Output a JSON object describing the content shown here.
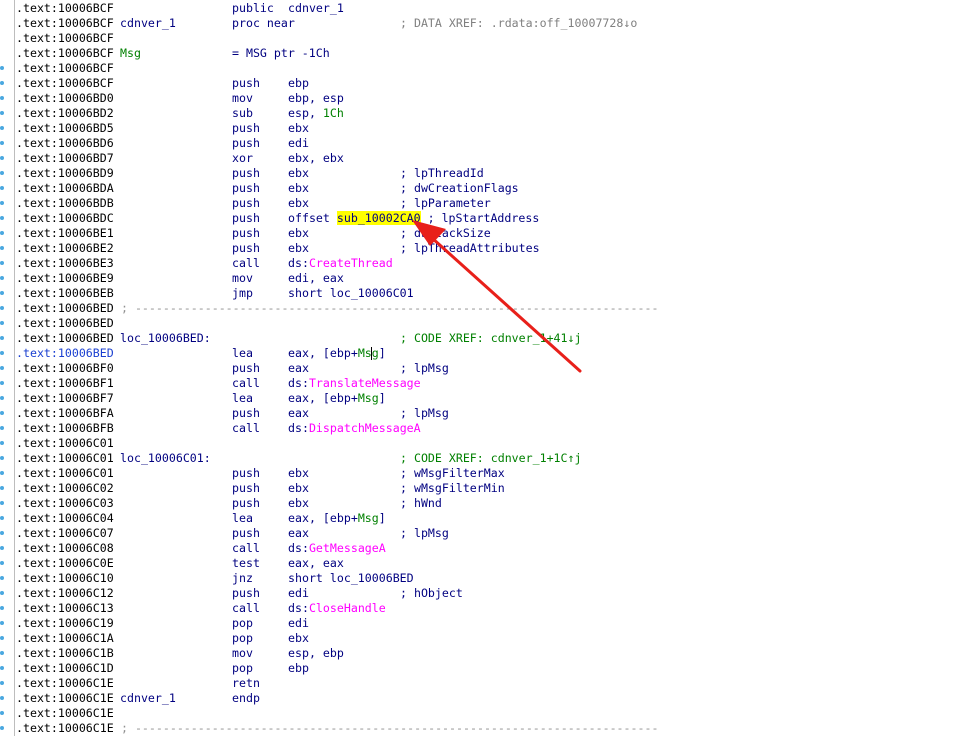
{
  "listing": {
    "lines": [
      {
        "addr": ".text:10006BCF",
        "mn": "public",
        "op": "cdnver_1"
      },
      {
        "addr": ".text:10006BCF",
        "label": "cdnver_1",
        "mn": "proc near",
        "comment": "; DATA XREF: .rdata:off_10007728↓o",
        "comment_kind": "dxref"
      },
      {
        "addr": ".text:10006BCF"
      },
      {
        "addr": ".text:10006BCF",
        "label": "Msg",
        "label_kind": "var",
        "mn": "= MSG ptr -1Ch"
      },
      {
        "addr": ".text:10006BCF"
      },
      {
        "addr": ".text:10006BCF",
        "mn": "push",
        "op": "ebp"
      },
      {
        "addr": ".text:10006BD0",
        "mn": "mov",
        "op": "ebp, esp"
      },
      {
        "addr": ".text:10006BD2",
        "mn": "sub",
        "op": "esp, ",
        "op_num": "1Ch"
      },
      {
        "addr": ".text:10006BD5",
        "mn": "push",
        "op": "ebx"
      },
      {
        "addr": ".text:10006BD6",
        "mn": "push",
        "op": "edi"
      },
      {
        "addr": ".text:10006BD7",
        "mn": "xor",
        "op": "ebx, ebx"
      },
      {
        "addr": ".text:10006BD9",
        "mn": "push",
        "op": "ebx",
        "comment": "; lpThreadId"
      },
      {
        "addr": ".text:10006BDA",
        "mn": "push",
        "op": "ebx",
        "comment": "; dwCreationFlags"
      },
      {
        "addr": ".text:10006BDB",
        "mn": "push",
        "op": "ebx",
        "comment": "; lpParameter"
      },
      {
        "addr": ".text:10006BDC",
        "mn": "push",
        "op": "offset ",
        "op_hl": "sub_10002CA0",
        "comment": " ; lpStartAddress"
      },
      {
        "addr": ".text:10006BE1",
        "mn": "push",
        "op": "ebx",
        "comment": "; dwStackSize"
      },
      {
        "addr": ".text:10006BE2",
        "mn": "push",
        "op": "ebx",
        "comment": "; lpThreadAttributes"
      },
      {
        "addr": ".text:10006BE3",
        "mn": "call",
        "op": "ds:",
        "op_imp": "CreateThread"
      },
      {
        "addr": ".text:10006BE9",
        "mn": "mov",
        "op": "edi, eax"
      },
      {
        "addr": ".text:10006BEB",
        "mn": "jmp",
        "op": "short loc_10006C01"
      },
      {
        "addr": ".text:10006BED",
        "separator": " ; ---------------------------------------------------------------------------"
      },
      {
        "addr": ".text:10006BED"
      },
      {
        "addr": ".text:10006BED",
        "label": "loc_10006BED:",
        "comment": "; CODE XREF: cdnver_1+41↓j",
        "comment_kind": "xref"
      },
      {
        "addr": ".text:10006BED",
        "selected": true,
        "mn": "lea",
        "op": "eax, [ebp+",
        "op_var": "Msg",
        "op_tail": "]",
        "caret": true
      },
      {
        "addr": ".text:10006BF0",
        "mn": "push",
        "op": "eax",
        "comment": "; lpMsg"
      },
      {
        "addr": ".text:10006BF1",
        "mn": "call",
        "op": "ds:",
        "op_imp": "TranslateMessage"
      },
      {
        "addr": ".text:10006BF7",
        "mn": "lea",
        "op": "eax, [ebp+",
        "op_var": "Msg",
        "op_tail": "]"
      },
      {
        "addr": ".text:10006BFA",
        "mn": "push",
        "op": "eax",
        "comment": "; lpMsg"
      },
      {
        "addr": ".text:10006BFB",
        "mn": "call",
        "op": "ds:",
        "op_imp": "DispatchMessageA"
      },
      {
        "addr": ".text:10006C01"
      },
      {
        "addr": ".text:10006C01",
        "label": "loc_10006C01:",
        "comment": "; CODE XREF: cdnver_1+1C↑j",
        "comment_kind": "xref"
      },
      {
        "addr": ".text:10006C01",
        "mn": "push",
        "op": "ebx",
        "comment": "; wMsgFilterMax"
      },
      {
        "addr": ".text:10006C02",
        "mn": "push",
        "op": "ebx",
        "comment": "; wMsgFilterMin"
      },
      {
        "addr": ".text:10006C03",
        "mn": "push",
        "op": "ebx",
        "comment": "; hWnd"
      },
      {
        "addr": ".text:10006C04",
        "mn": "lea",
        "op": "eax, [ebp+",
        "op_var": "Msg",
        "op_tail": "]"
      },
      {
        "addr": ".text:10006C07",
        "mn": "push",
        "op": "eax",
        "comment": "; lpMsg"
      },
      {
        "addr": ".text:10006C08",
        "mn": "call",
        "op": "ds:",
        "op_imp": "GetMessageA"
      },
      {
        "addr": ".text:10006C0E",
        "mn": "test",
        "op": "eax, eax"
      },
      {
        "addr": ".text:10006C10",
        "mn": "jnz",
        "op": "short loc_10006BED"
      },
      {
        "addr": ".text:10006C12",
        "mn": "push",
        "op": "edi",
        "comment": "; hObject"
      },
      {
        "addr": ".text:10006C13",
        "mn": "call",
        "op": "ds:",
        "op_imp": "CloseHandle"
      },
      {
        "addr": ".text:10006C19",
        "mn": "pop",
        "op": "edi"
      },
      {
        "addr": ".text:10006C1A",
        "mn": "pop",
        "op": "ebx"
      },
      {
        "addr": ".text:10006C1B",
        "mn": "mov",
        "op": "esp, ebp"
      },
      {
        "addr": ".text:10006C1D",
        "mn": "pop",
        "op": "ebp"
      },
      {
        "addr": ".text:10006C1E",
        "mn": "retn"
      },
      {
        "addr": ".text:10006C1E",
        "label": "cdnver_1",
        "mn": "endp"
      },
      {
        "addr": ".text:10006C1E"
      },
      {
        "addr": ".text:10006C1E",
        "separator": " ; ---------------------------------------------------------------------------"
      }
    ]
  },
  "colors": {
    "background": "#ffffff",
    "address": "#000000",
    "selected_address": "#1a3fd0",
    "code": "#000080",
    "import_name": "#ff00ff",
    "variable": "#008000",
    "xref_comment": "#008000",
    "data_xref_comment": "#808080",
    "highlight": "#ffff00",
    "annotation_arrow": "#e8201a",
    "gutter_dot": "#4aa8e0"
  },
  "annotation": {
    "type": "arrow",
    "target": "sub_10002CA0"
  }
}
